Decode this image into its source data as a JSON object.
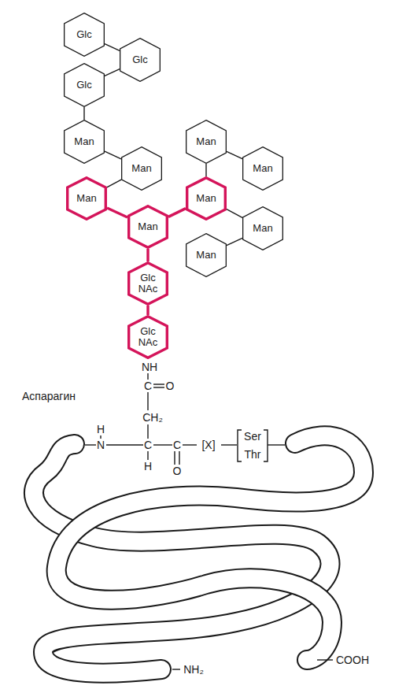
{
  "diagram": {
    "nodes": [
      {
        "text": [
          "Glc"
        ]
      },
      {
        "text": [
          "Glc"
        ]
      },
      {
        "text": [
          "Glc"
        ]
      },
      {
        "text": [
          "Man"
        ]
      },
      {
        "text": [
          "Man"
        ]
      },
      {
        "text": [
          "Man"
        ]
      },
      {
        "text": [
          "Man"
        ]
      },
      {
        "text": [
          "Man"
        ]
      },
      {
        "text": [
          "Man"
        ]
      },
      {
        "text": [
          "Man"
        ]
      },
      {
        "text": [
          "Man"
        ]
      },
      {
        "text": [
          "Man"
        ]
      },
      {
        "text": [
          "Glc NAc"
        ]
      },
      {
        "text": [
          "Glc NAc"
        ]
      }
    ],
    "edges": [
      {
        "from": 0,
        "to": 1,
        "arrow": "none"
      },
      {
        "from": 1,
        "to": 2,
        "arrow": "none"
      },
      {
        "from": 2,
        "to": 3,
        "arrow": "none"
      },
      {
        "from": 3,
        "to": 4,
        "arrow": "none"
      },
      {
        "from": 4,
        "to": 7,
        "arrow": "none"
      },
      {
        "from": 7,
        "to": 8,
        "arrow": "none"
      },
      {
        "from": 8,
        "to": 9,
        "arrow": "none"
      },
      {
        "from": 9,
        "to": 5,
        "arrow": "none"
      },
      {
        "from": 5,
        "to": 6,
        "arrow": "none"
      },
      {
        "from": 9,
        "to": 10,
        "arrow": "none"
      },
      {
        "from": 10,
        "to": 11,
        "arrow": "none"
      },
      {
        "from": 8,
        "to": 12,
        "arrow": "none"
      },
      {
        "from": 12,
        "to": 13,
        "arrow": "none"
      }
    ],
    "labels": [
      "NH",
      "C",
      "O",
      "Аспарагин",
      "CH₂",
      "H",
      "N",
      "C",
      "C",
      "[X]",
      "Ser",
      "Thr",
      "H",
      "O",
      "COOH",
      "NH₂"
    ]
  }
}
